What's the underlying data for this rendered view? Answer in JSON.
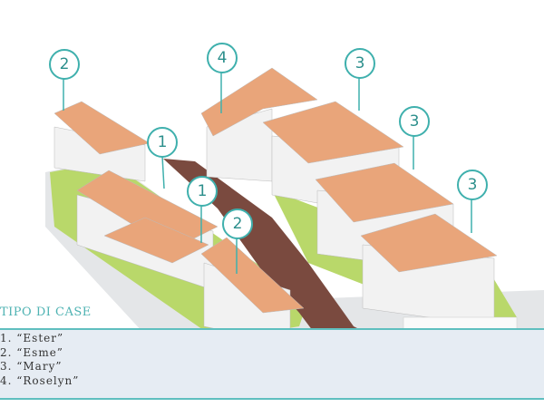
{
  "legend": {
    "title": "TIPO DI CASE",
    "items": [
      "1. “Ester”",
      "2. “Esme”",
      "3. “Mary”",
      "4. “Roselyn”"
    ]
  },
  "markers": [
    "2",
    "4",
    "3",
    "3",
    "3",
    "1",
    "1",
    "2"
  ],
  "colors": {
    "accent": "#3fb0ad",
    "roof": "#e9a57a",
    "road": "#7a4a3f",
    "grass": "#b9d86a",
    "wall": "#f2f2f2"
  }
}
